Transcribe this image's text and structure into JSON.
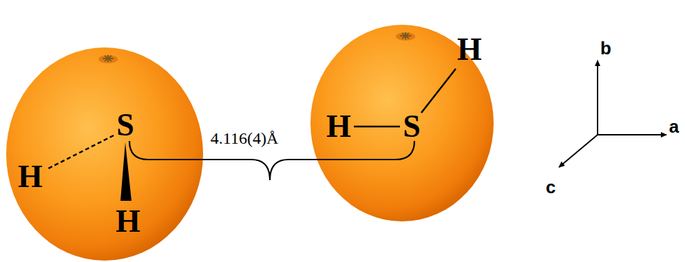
{
  "diagram": {
    "nodes": [
      {
        "text": [
          "S",
          "H",
          "H"
        ]
      },
      {
        "text": [
          "H",
          "H",
          "S"
        ]
      }
    ],
    "labels": [
      "4.116(4)Å",
      "b",
      "a",
      "c"
    ]
  }
}
